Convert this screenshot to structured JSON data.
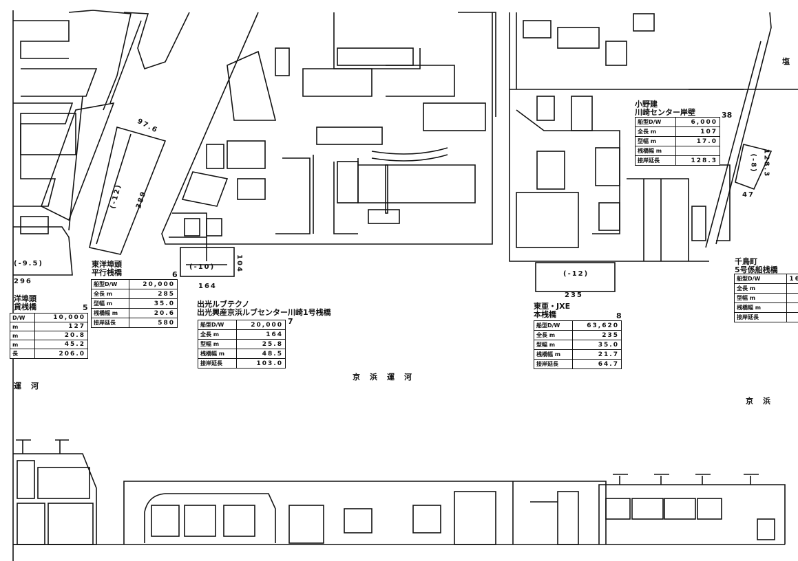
{
  "map": {
    "canal_label": "京浜運河",
    "canal_label_left": "運河",
    "canal_label_right": "京浜",
    "top_right_char": "塩"
  },
  "dimensions": {
    "left_depth": "(-9.5)",
    "left_length": "296",
    "pier6_width": "97.6",
    "pier6_depth": "(-12)",
    "pier6_length": "389",
    "pier7_depth": "(-10)",
    "pier7_length": "164",
    "pier7_side": "104",
    "pier8_depth": "(-12)",
    "pier8_length": "235",
    "pier38_depth": "(-8)",
    "pier38_length": "128.3",
    "pier38_width": "47"
  },
  "berths": [
    {
      "id": "5",
      "name1": "洋埠頭",
      "name2": "貨桟橋",
      "labels": [
        "D/W",
        "m",
        "m",
        "m",
        "長"
      ],
      "values": [
        "10,000",
        "127",
        "20.8",
        "45.2",
        "206.0"
      ]
    },
    {
      "id": "6",
      "name1": "東洋埠頭",
      "name2": "平行桟橋",
      "labels": [
        "船型D/W",
        "全長 m",
        "型幅 m",
        "桟橋幅 m",
        "接岸延長"
      ],
      "values": [
        "20,000",
        "285",
        "35.0",
        "20.6",
        "580"
      ]
    },
    {
      "id": "7",
      "name1": "出光ルブテクノ",
      "name2": "出光興産京浜ルブセンター川崎1号桟橋",
      "labels": [
        "船型D/W",
        "全長 m",
        "型幅 m",
        "桟橋幅 m",
        "接岸延長"
      ],
      "values": [
        "20,000",
        "164",
        "25.8",
        "48.5",
        "103.0"
      ]
    },
    {
      "id": "8",
      "name1": "東亜・JXE",
      "name2": "本桟橋",
      "labels": [
        "船型D/W",
        "全長 m",
        "型幅 m",
        "桟橋幅 m",
        "接岸延長"
      ],
      "values": [
        "63,620",
        "235",
        "35.0",
        "21.7",
        "64.7"
      ]
    },
    {
      "id": "38",
      "name1": "小野建",
      "name2": "川崎センター岸壁",
      "labels": [
        "船型D/W",
        "全長 m",
        "型幅 m",
        "桟橋幅 m",
        "接岸延長"
      ],
      "values": [
        "6,000",
        "107",
        "17.0",
        "",
        "128.3"
      ]
    },
    {
      "id": "",
      "name1": "千鳥町",
      "name2": "5号係船桟橋",
      "labels": [
        "船型D/W",
        "全長 m",
        "型幅 m",
        "桟橋幅 m",
        "接岸延長"
      ],
      "values": [
        "16",
        "",
        "",
        "",
        ""
      ]
    }
  ]
}
